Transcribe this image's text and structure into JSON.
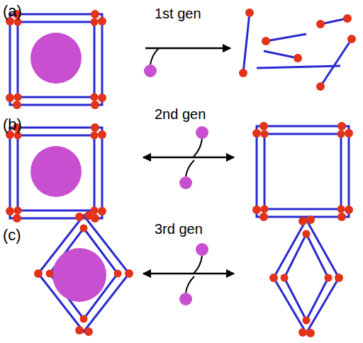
{
  "diagram": {
    "labels": [
      "(a)",
      "1st gen",
      "(b)",
      "2nd gen",
      "(c)",
      "3rd gen"
    ]
  }
}
